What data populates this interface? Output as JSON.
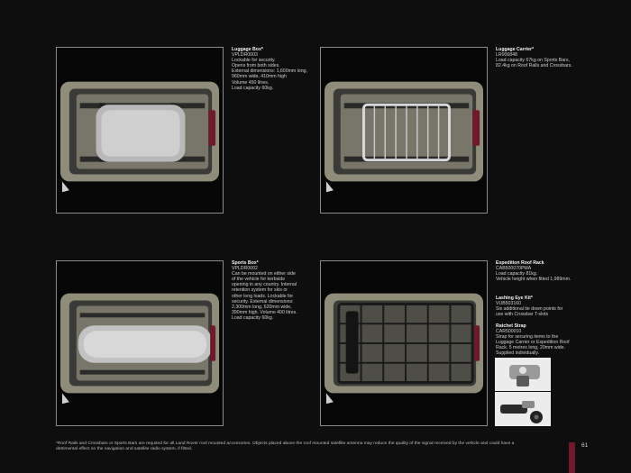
{
  "products": [
    {
      "title": "Luggage Box*",
      "code": "VPLDR0003",
      "lines": [
        "Lockable for security.",
        "Opens from both sides.",
        "External dimensions: 1,600mm long,",
        "960mm wide, 410mm high",
        "Volume 450 litres.",
        "Load capacity 60kg."
      ]
    },
    {
      "title": "Luggage Carrier*",
      "code": "LR006848",
      "lines": [
        "Load capacity 67kg on Sports Bars,",
        "82.4kg on Roof Rails and Crossbars."
      ]
    },
    {
      "title": "Sports Box*",
      "code": "VPLDR0002",
      "lines": [
        "Can be mounted on either side",
        "of the vehicle for kerbside",
        "opening in any country. Internal",
        "retention system for skis or",
        "other long loads. Lockable for",
        "security. External dimensions:",
        "2,300mm long, 620mm wide,",
        "390mm high. Volume 400 litres.",
        "Load capacity 60kg."
      ]
    },
    {
      "title": "Expedition Roof Rack",
      "code": "CAB500070PMA",
      "lines": [
        "Load capacity 81kg.",
        "Vehicle height when fitted 1,989mm."
      ]
    },
    {
      "title": "Lashing Eye Kit*",
      "code": "VUB503160",
      "lines": [
        "Six additional tie down points for",
        "use with Crossbar T-slots"
      ]
    },
    {
      "title": "Ratchet Strap",
      "code": "CAR500010",
      "lines": [
        "Strap for securing items to the",
        "Luggage Carrier or Expedition Roof",
        "Rack. 5 metres long, 20mm wide.",
        "Supplied individually."
      ]
    }
  ],
  "footnote": "*Roof Rails and Crossbars or Sports Bars are required for all Land Rover roof mounted accessories. Objects placed above the roof mounted satellite antenna may reduce the quality of the signal received by the vehicle and could have a detrimental effect on the navigation and satellite radio system, if fitted.",
  "page_number": "61",
  "colors": {
    "background": "#0e0e0e",
    "accent_tab": "#6e1a2c",
    "frame": "#8a8a8a"
  }
}
